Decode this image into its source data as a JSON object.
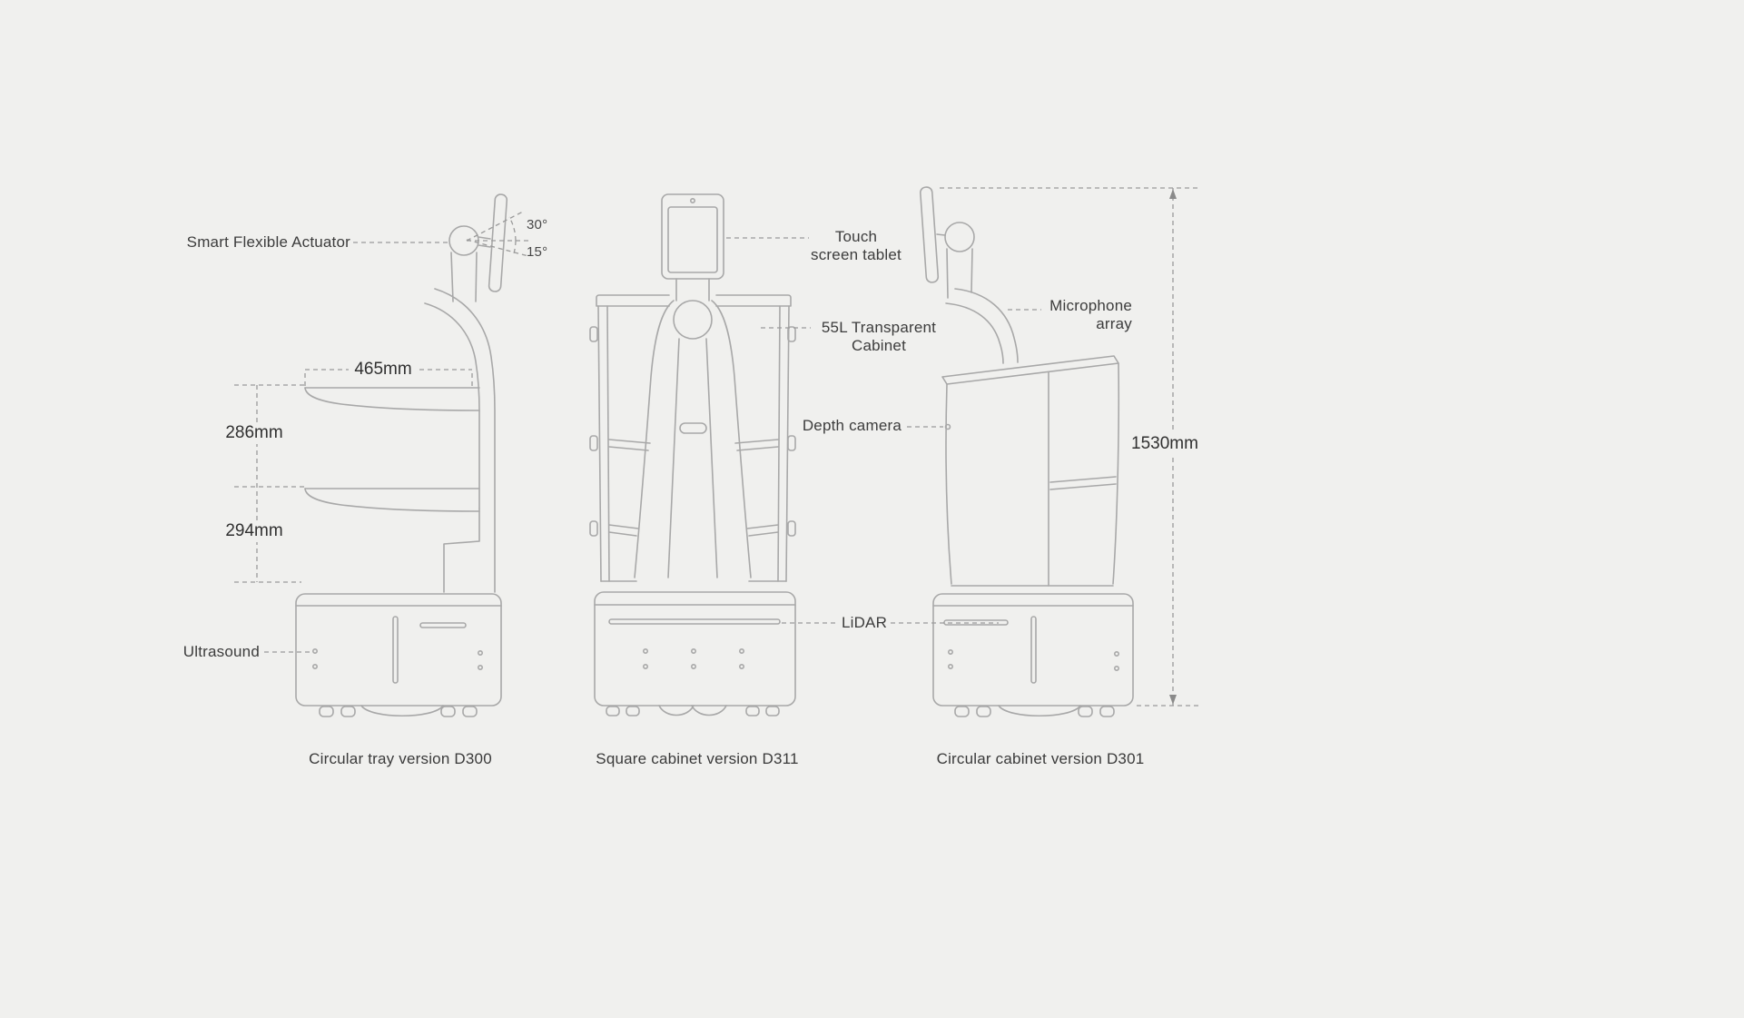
{
  "colors": {
    "background": "#f0f0ee",
    "drawing_line": "#a8a8a8",
    "dashed_line": "#9a9a9a",
    "text": "#3c3c3c"
  },
  "annotations": {
    "smart_flexible_actuator": "Smart Flexible Actuator",
    "angle_upper": "30°",
    "angle_lower": "15°",
    "tray_width": "465mm",
    "tray_gap_upper": "286mm",
    "tray_gap_lower": "294mm",
    "ultrasound": "Ultrasound",
    "touch_screen_tablet": {
      "line1": "Touch",
      "line2": "screen tablet"
    },
    "transparent_cabinet": {
      "line1": "55L Transparent",
      "line2": "Cabinet"
    },
    "depth_camera": "Depth camera",
    "lidar": "LiDAR",
    "microphone_array": {
      "line1": "Microphone",
      "line2": "array"
    },
    "total_height": "1530mm"
  },
  "captions": {
    "left": "Circular tray version D300",
    "middle": "Square cabinet version D311",
    "right": "Circular cabinet version D301"
  }
}
